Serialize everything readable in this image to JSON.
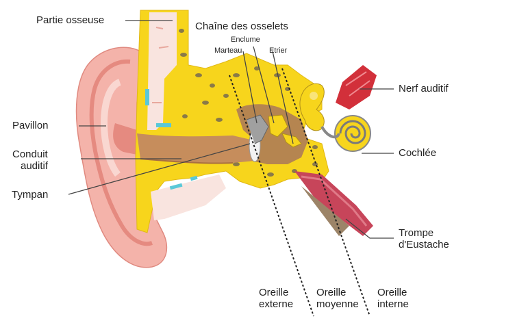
{
  "labels": {
    "partie_osseuse": "Partie osseuse",
    "chaine_osselets": "Chaîne des osselets",
    "enclume": "Enclume",
    "marteau": "Marteau",
    "etrier": "Etrier",
    "nerf_auditif": "Nerf auditif",
    "pavillon": "Pavillon",
    "conduit_auditif": [
      "Conduit",
      "auditif"
    ],
    "cochlee": "Cochlée",
    "tympan": "Tympan",
    "trompe_eustache": [
      "Trompe",
      "d'Eustache"
    ],
    "oreille_externe": [
      "Oreille",
      "externe"
    ],
    "oreille_moyenne": [
      "Oreille",
      "moyenne"
    ],
    "oreille_interne": [
      "Oreille",
      "interne"
    ]
  },
  "colors": {
    "skin_light": "#f8c7c0",
    "skin_mid": "#f2a79e",
    "skin_dark": "#e58a80",
    "bone_yellow": "#f7d51c",
    "bone_spots": "#7a6a40",
    "canal_brown": "#c48f5e",
    "cartilage": "#f7e2dd",
    "nerve_red": "#d2303a",
    "cochlea_grey": "#a6a6a6",
    "leader_line": "#444444"
  }
}
